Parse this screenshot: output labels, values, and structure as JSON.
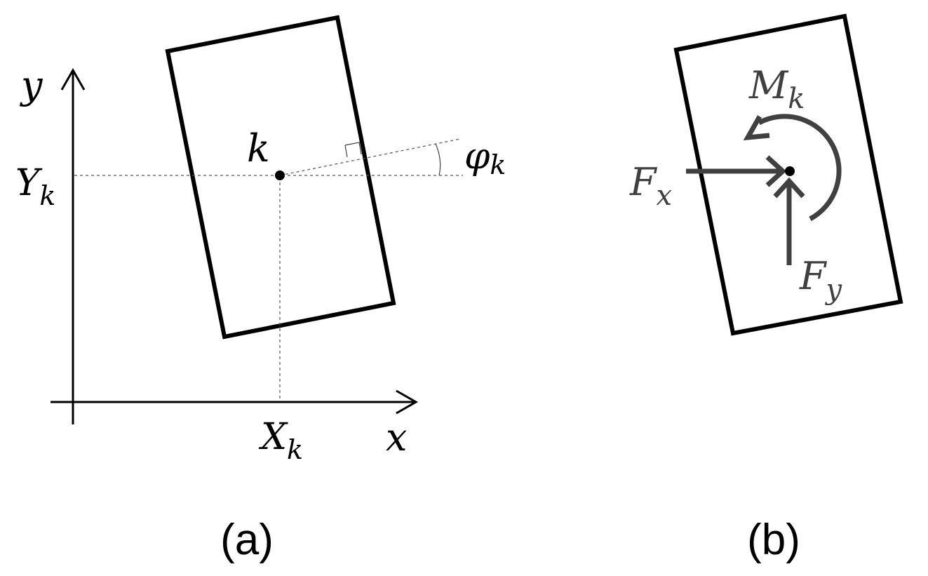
{
  "panel_a": {
    "y_axis_label": "y",
    "x_axis_label": "x",
    "y_coord_label": {
      "main": "Y",
      "sub": "k"
    },
    "x_coord_label": {
      "main": "X",
      "sub": "k"
    },
    "body_label": "k",
    "angle_label": {
      "main": "φ",
      "sub": "k"
    },
    "caption": "(a)"
  },
  "panel_b": {
    "moment_label": {
      "main": "M",
      "sub": "k"
    },
    "force_x_label": {
      "main": "F",
      "sub": "x"
    },
    "force_y_label": {
      "main": "F",
      "sub": "y"
    },
    "caption": "(b)"
  },
  "colors": {
    "outline": "#000000",
    "force_arrow": "#404040",
    "dashed_guide": "#555555"
  }
}
